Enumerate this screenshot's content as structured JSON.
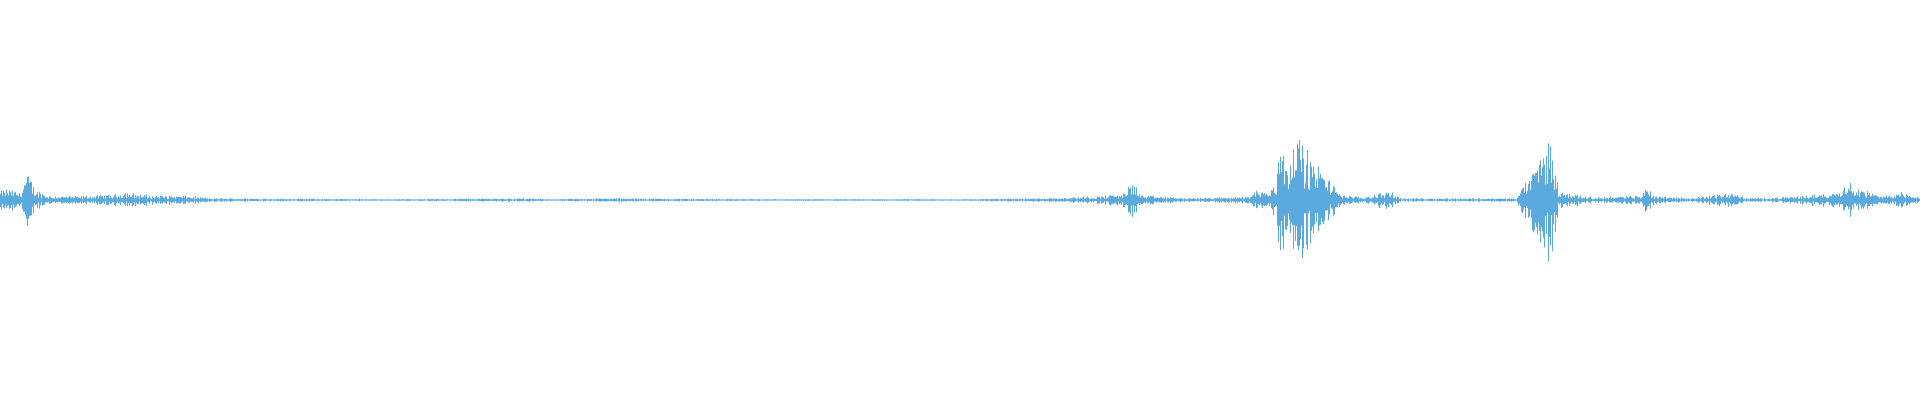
{
  "waveform": {
    "color": "#5aaae0",
    "background": "#ffffff",
    "description_type": "audio-waveform",
    "amplitude_envelope": [
      {
        "t": 0.0,
        "a": 0.1
      },
      {
        "t": 0.005,
        "a": 0.12
      },
      {
        "t": 0.01,
        "a": 0.08
      },
      {
        "t": 0.014,
        "a": 0.3
      },
      {
        "t": 0.018,
        "a": 0.12
      },
      {
        "t": 0.025,
        "a": 0.05
      },
      {
        "t": 0.04,
        "a": 0.04
      },
      {
        "t": 0.06,
        "a": 0.06
      },
      {
        "t": 0.065,
        "a": 0.09
      },
      {
        "t": 0.07,
        "a": 0.07
      },
      {
        "t": 0.08,
        "a": 0.05
      },
      {
        "t": 0.09,
        "a": 0.05
      },
      {
        "t": 0.1,
        "a": 0.04
      },
      {
        "t": 0.11,
        "a": 0.02
      },
      {
        "t": 0.2,
        "a": 0.01
      },
      {
        "t": 0.27,
        "a": 0.02
      },
      {
        "t": 0.29,
        "a": 0.01
      },
      {
        "t": 0.31,
        "a": 0.02
      },
      {
        "t": 0.4,
        "a": 0.01
      },
      {
        "t": 0.5,
        "a": 0.01
      },
      {
        "t": 0.54,
        "a": 0.02
      },
      {
        "t": 0.57,
        "a": 0.04
      },
      {
        "t": 0.585,
        "a": 0.07
      },
      {
        "t": 0.59,
        "a": 0.2
      },
      {
        "t": 0.595,
        "a": 0.05
      },
      {
        "t": 0.62,
        "a": 0.02
      },
      {
        "t": 0.65,
        "a": 0.04
      },
      {
        "t": 0.655,
        "a": 0.12
      },
      {
        "t": 0.66,
        "a": 0.08
      },
      {
        "t": 0.665,
        "a": 0.2
      },
      {
        "t": 0.667,
        "a": 0.9
      },
      {
        "t": 0.67,
        "a": 0.4
      },
      {
        "t": 0.675,
        "a": 0.75
      },
      {
        "t": 0.68,
        "a": 0.55
      },
      {
        "t": 0.685,
        "a": 0.4
      },
      {
        "t": 0.69,
        "a": 0.3
      },
      {
        "t": 0.695,
        "a": 0.15
      },
      {
        "t": 0.7,
        "a": 0.06
      },
      {
        "t": 0.705,
        "a": 0.04
      },
      {
        "t": 0.71,
        "a": 0.03
      },
      {
        "t": 0.723,
        "a": 0.1
      },
      {
        "t": 0.73,
        "a": 0.02
      },
      {
        "t": 0.79,
        "a": 0.02
      },
      {
        "t": 0.808,
        "a": 0.7
      },
      {
        "t": 0.812,
        "a": 0.1
      },
      {
        "t": 0.83,
        "a": 0.03
      },
      {
        "t": 0.855,
        "a": 0.05
      },
      {
        "t": 0.858,
        "a": 0.15
      },
      {
        "t": 0.862,
        "a": 0.05
      },
      {
        "t": 0.88,
        "a": 0.02
      },
      {
        "t": 0.902,
        "a": 0.08
      },
      {
        "t": 0.91,
        "a": 0.02
      },
      {
        "t": 0.93,
        "a": 0.03
      },
      {
        "t": 0.955,
        "a": 0.08
      },
      {
        "t": 0.962,
        "a": 0.2
      },
      {
        "t": 0.97,
        "a": 0.12
      },
      {
        "t": 0.98,
        "a": 0.04
      },
      {
        "t": 0.99,
        "a": 0.09
      },
      {
        "t": 0.995,
        "a": 0.05
      },
      {
        "t": 1.0,
        "a": 0.04
      }
    ]
  }
}
